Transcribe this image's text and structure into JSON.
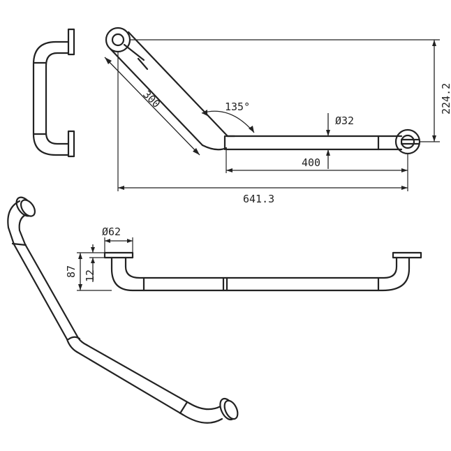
{
  "drawing": {
    "dimensions": {
      "angle_label": "135°",
      "leg_length_label": "300",
      "tube_diameter_label": "Ø32",
      "straight_length_label": "400",
      "overall_length_label": "641.3",
      "overall_height_label": "224.2",
      "flange_diameter_label": "Ø62",
      "projection_label": "87",
      "flange_thickness_label": "12"
    },
    "colors": {
      "ink": "#222222",
      "paper": "#ffffff"
    }
  }
}
